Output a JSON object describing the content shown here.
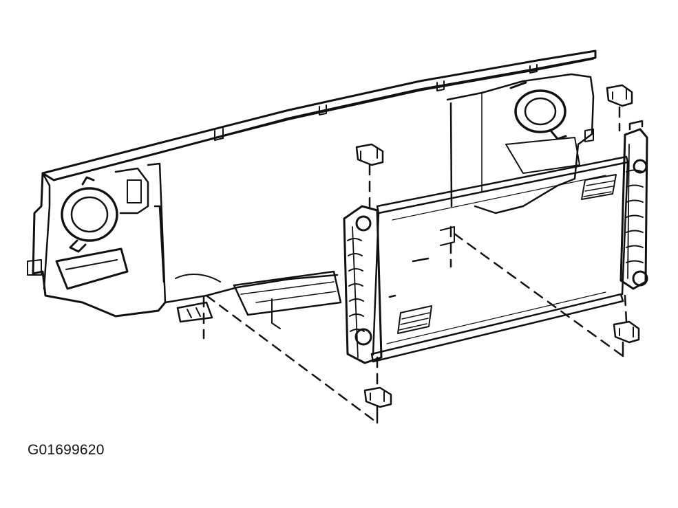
{
  "figure": {
    "id_label": "G01699620",
    "colors": {
      "ink": "#111111",
      "background": "#ffffff"
    },
    "parts": [
      "radiator-support-panel",
      "radiator",
      "upper-insulator-left",
      "upper-insulator-right",
      "lower-insulator-left",
      "lower-insulator-right"
    ]
  }
}
